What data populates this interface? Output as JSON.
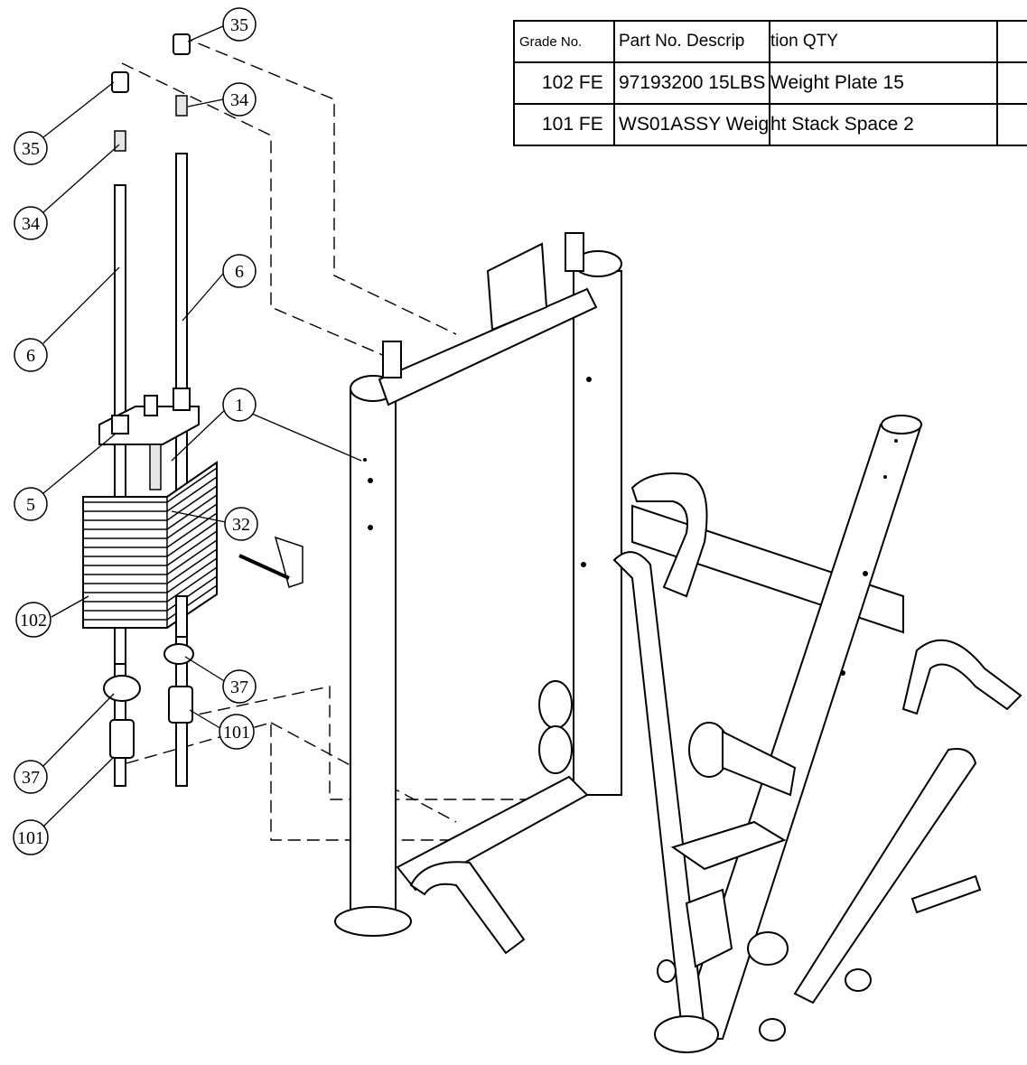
{
  "table": {
    "header": {
      "grade_no": "Grade No.",
      "part_no": "Part No. Descrip",
      "description": "tion QTY",
      "qty": ""
    },
    "rows": [
      {
        "grade_no": "102 FE",
        "part_no": "97193200 15LBS",
        "description": " Weight Plate 15",
        "qty": ""
      },
      {
        "grade_no": "101 FE",
        "part_no": "WS01ASSY Weig",
        "description": "ht Stack Space 2",
        "qty": ""
      }
    ]
  },
  "callouts": {
    "c35a": "35",
    "c35b": "35",
    "c34a": "34",
    "c34b": "34",
    "c6a": "6",
    "c6b": "6",
    "c1": "1",
    "c5": "5",
    "c32": "32",
    "c102": "102",
    "c37a": "37",
    "c37b": "37",
    "c101a": "101",
    "c101b": "101"
  }
}
